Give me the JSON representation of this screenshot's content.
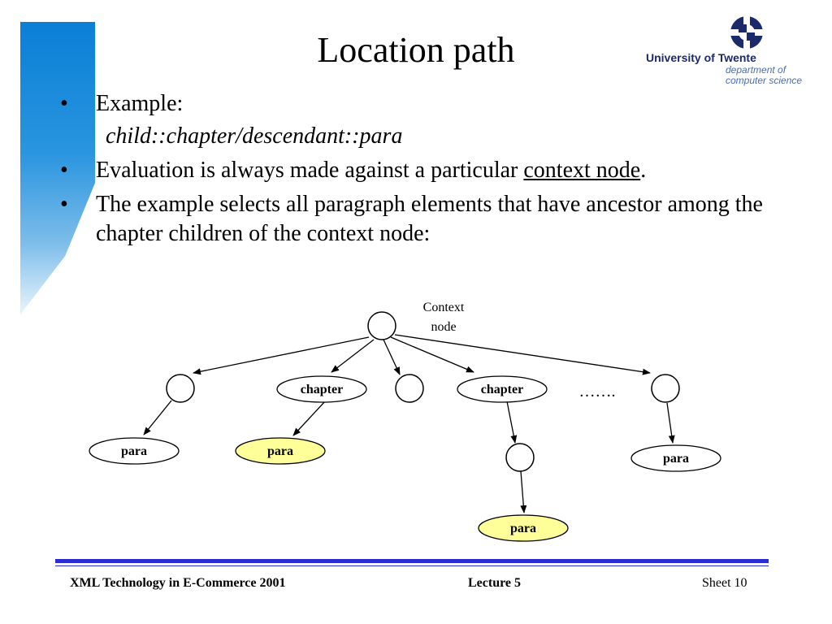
{
  "slide": {
    "title": "Location path"
  },
  "logo": {
    "name": "University of Twente",
    "dept_line1": "department of",
    "dept_line2": "computer science"
  },
  "bullets": [
    {
      "text": "Example:"
    },
    {
      "text_before": "Evaluation is always made against a particular ",
      "link_text": "context node",
      "text_after": "."
    },
    {
      "text": "The example selects all paragraph elements that have ancestor among the chapter children of the context node:"
    }
  ],
  "example_code": "child::chapter/descendant::para",
  "diagram": {
    "context_label_line1": "Context",
    "context_label_line2": "node",
    "chapter_label": "chapter",
    "para_label": "para",
    "ellipsis": "…….",
    "highlight_color": "#ffff99"
  },
  "footer": {
    "course": "XML Technology in E-Commerce 2001",
    "lecture": "Lecture 5",
    "sheet": "Sheet 10"
  },
  "colors": {
    "accent": "#2b2bd3",
    "sidebar": "#0a7fd6"
  }
}
